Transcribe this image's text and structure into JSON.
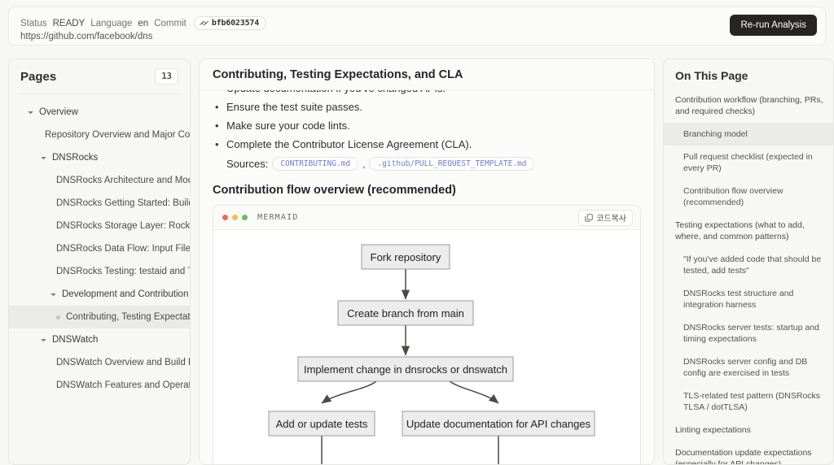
{
  "topbar": {
    "status_label": "Status",
    "status_value": "READY",
    "language_label": "Language",
    "language_value": "en",
    "commit_label": "Commit",
    "commit_hash": "bfb6023574",
    "url": "https://github.com/facebook/dns",
    "rerun_label": "Re-run Analysis"
  },
  "sidebar": {
    "title": "Pages",
    "count": "13",
    "items": [
      {
        "label": "Overview",
        "level": 0,
        "type": "group",
        "active": false
      },
      {
        "label": "Repository Overview and Major Compone",
        "level": 1,
        "type": "leaf",
        "active": false
      },
      {
        "label": "DNSRocks",
        "level": 1,
        "type": "group",
        "active": false
      },
      {
        "label": "DNSRocks Architecture and Module Ma",
        "level": 2,
        "type": "leaf",
        "active": false
      },
      {
        "label": "DNSRocks Getting Started: Building an",
        "level": 2,
        "type": "leaf",
        "active": false
      },
      {
        "label": "DNSRocks Storage Layer: RocksDB Int",
        "level": 2,
        "type": "leaf",
        "active": false
      },
      {
        "label": "DNSRocks Data Flow: Input Files to Da",
        "level": 2,
        "type": "leaf",
        "active": false
      },
      {
        "label": "DNSRocks Testing: testaid and Tempor",
        "level": 2,
        "type": "leaf",
        "active": false
      },
      {
        "label": "Development and Contribution",
        "level": 2,
        "type": "group",
        "active": false
      },
      {
        "label": "Contributing, Testing Expectations, a",
        "level": 2,
        "type": "leaf-dot",
        "active": true
      },
      {
        "label": "DNSWatch",
        "level": 1,
        "type": "group",
        "active": false
      },
      {
        "label": "DNSWatch Overview and Build Instruct",
        "level": 2,
        "type": "leaf",
        "active": false
      },
      {
        "label": "DNSWatch Features and Operational V",
        "level": 2,
        "type": "leaf",
        "active": false
      }
    ]
  },
  "main": {
    "title": "Contributing, Testing Expectations, and CLA",
    "bullets": [
      "Update documentation if you've changed APIs.",
      "Ensure the test suite passes.",
      "Make sure your code lints.",
      "Complete the Contributor License Agreement (CLA)."
    ],
    "sources_label": "Sources:",
    "sources": [
      "CONTRIBUTING.md",
      ".github/PULL_REQUEST_TEMPLATE.md"
    ],
    "sources_separator": ",",
    "section_heading": "Contribution flow overview (recommended)",
    "code": {
      "language": "MERMAID",
      "copy_label": "코드복사"
    }
  },
  "chart_data": {
    "type": "diagram",
    "title": "Contribution flow overview (recommended)",
    "nodes": [
      {
        "id": "fork",
        "label": "Fork repository"
      },
      {
        "id": "branch",
        "label": "Create branch from main"
      },
      {
        "id": "impl",
        "label": "Implement change in dnsrocks or dnswatch"
      },
      {
        "id": "tests",
        "label": "Add or update tests"
      },
      {
        "id": "docs",
        "label": "Update documentation for API changes"
      }
    ],
    "edges": [
      {
        "from": "fork",
        "to": "branch"
      },
      {
        "from": "branch",
        "to": "impl"
      },
      {
        "from": "impl",
        "to": "tests"
      },
      {
        "from": "impl",
        "to": "docs"
      }
    ]
  },
  "toc": {
    "title": "On This Page",
    "items": [
      {
        "label": "Contribution workflow (branching, PRs, and required checks)",
        "sub": false,
        "active": false
      },
      {
        "label": "Branching model",
        "sub": true,
        "active": true
      },
      {
        "label": "Pull request checklist (expected in every PR)",
        "sub": true,
        "active": false
      },
      {
        "label": "Contribution flow overview (recommended)",
        "sub": true,
        "active": false
      },
      {
        "label": "Testing expectations (what to add, where, and common patterns)",
        "sub": false,
        "active": false
      },
      {
        "label": "\"If you've added code that should be tested, add tests\"",
        "sub": true,
        "active": false
      },
      {
        "label": "DNSRocks test structure and integration harness",
        "sub": true,
        "active": false
      },
      {
        "label": "DNSRocks server tests: startup and timing expectations",
        "sub": true,
        "active": false
      },
      {
        "label": "DNSRocks server config and DB config are exercised in tests",
        "sub": true,
        "active": false
      },
      {
        "label": "TLS-related test pattern (DNSRocks TLSA / dotTLSA)",
        "sub": true,
        "active": false
      },
      {
        "label": "Linting expectations",
        "sub": false,
        "active": false
      },
      {
        "label": "Documentation update expectations (especially for API changes)",
        "sub": false,
        "active": false
      }
    ]
  }
}
